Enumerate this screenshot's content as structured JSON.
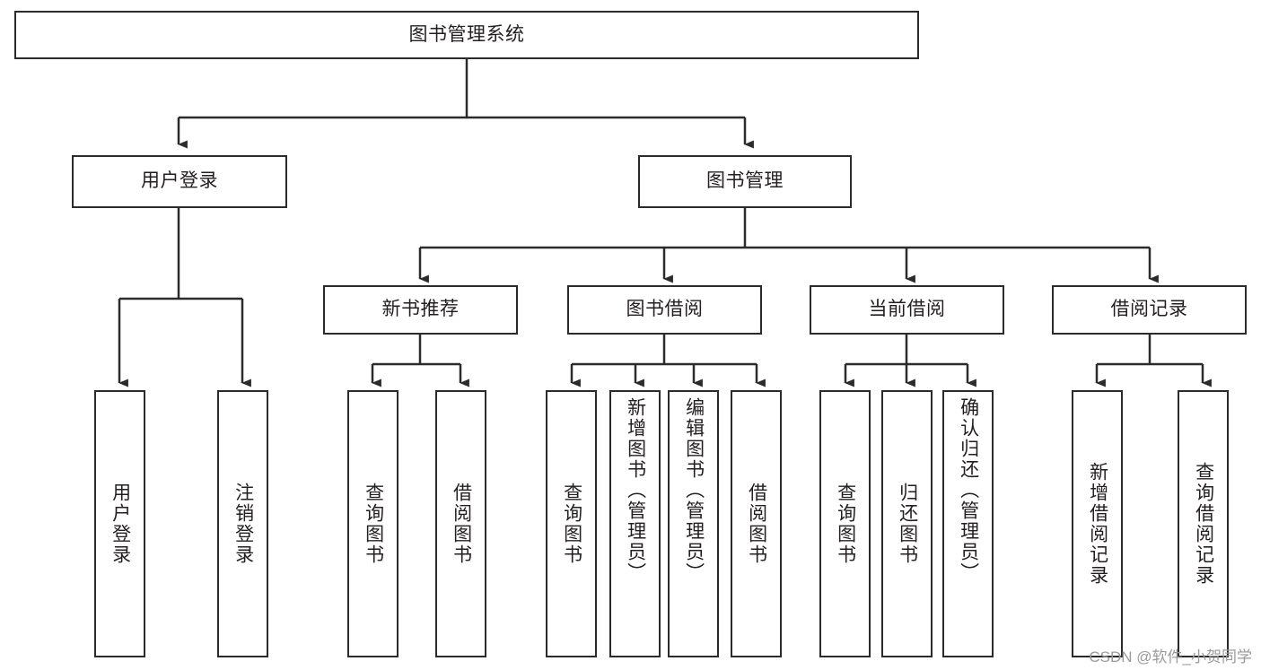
{
  "diagram": {
    "type": "tree",
    "title": "图书管理系统",
    "watermark": "CSDN @软件_小贺同学",
    "stroke_color": "#2b2b2b",
    "fill_color": "#ffffff",
    "text_color": "#231f20",
    "root": {
      "id": "root",
      "label": "图书管理系统"
    },
    "level2": [
      {
        "id": "user-login",
        "label": "用户登录"
      },
      {
        "id": "book-manage",
        "label": "图书管理"
      }
    ],
    "level3": [
      {
        "id": "new-book-rec",
        "label": "新书推荐",
        "parent": "book-manage"
      },
      {
        "id": "book-borrow",
        "label": "图书借阅",
        "parent": "book-manage"
      },
      {
        "id": "current-borrow",
        "label": "当前借阅",
        "parent": "book-manage"
      },
      {
        "id": "borrow-record",
        "label": "借阅记录",
        "parent": "book-manage"
      }
    ],
    "leaves": [
      {
        "id": "leaf-user-login",
        "label": "用户登录",
        "parent": "user-login"
      },
      {
        "id": "leaf-user-logout",
        "label": "注销登录",
        "parent": "user-login"
      },
      {
        "id": "leaf-query-book-1",
        "label": "查询图书",
        "parent": "new-book-rec"
      },
      {
        "id": "leaf-borrow-book-1",
        "label": "借阅图书",
        "parent": "new-book-rec"
      },
      {
        "id": "leaf-query-book-2",
        "label": "查询图书",
        "parent": "book-borrow"
      },
      {
        "id": "leaf-add-book",
        "label": "新增图书（管理员）",
        "parent": "book-borrow"
      },
      {
        "id": "leaf-edit-book",
        "label": "编辑图书（管理员）",
        "parent": "book-borrow"
      },
      {
        "id": "leaf-borrow-book-2",
        "label": "借阅图书",
        "parent": "book-borrow"
      },
      {
        "id": "leaf-query-book-3",
        "label": "查询图书",
        "parent": "current-borrow"
      },
      {
        "id": "leaf-return-book",
        "label": "归还图书",
        "parent": "current-borrow"
      },
      {
        "id": "leaf-confirm-return",
        "label": "确认归还（管理员）",
        "parent": "current-borrow"
      },
      {
        "id": "leaf-add-record",
        "label": "新增借阅记录",
        "parent": "borrow-record"
      },
      {
        "id": "leaf-query-record",
        "label": "查询借阅记录",
        "parent": "borrow-record"
      }
    ]
  }
}
